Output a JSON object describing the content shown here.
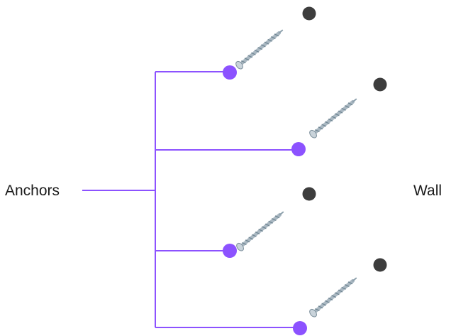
{
  "labels": {
    "anchors": "Anchors",
    "wall": "Wall"
  },
  "colors": {
    "bracket": "#8c52ff",
    "anchor_dot": "#8c52ff",
    "wall_point": "#3d3d3d",
    "screw_body": "#aab8c2",
    "screw_thread": "#6f8592",
    "screw_head": "#c9d3da",
    "text": "#1a1a1a"
  },
  "icons": {
    "anchor": "screw-icon",
    "wall_point": "dot"
  },
  "anchor_count": 4,
  "wall_point_count": 4
}
